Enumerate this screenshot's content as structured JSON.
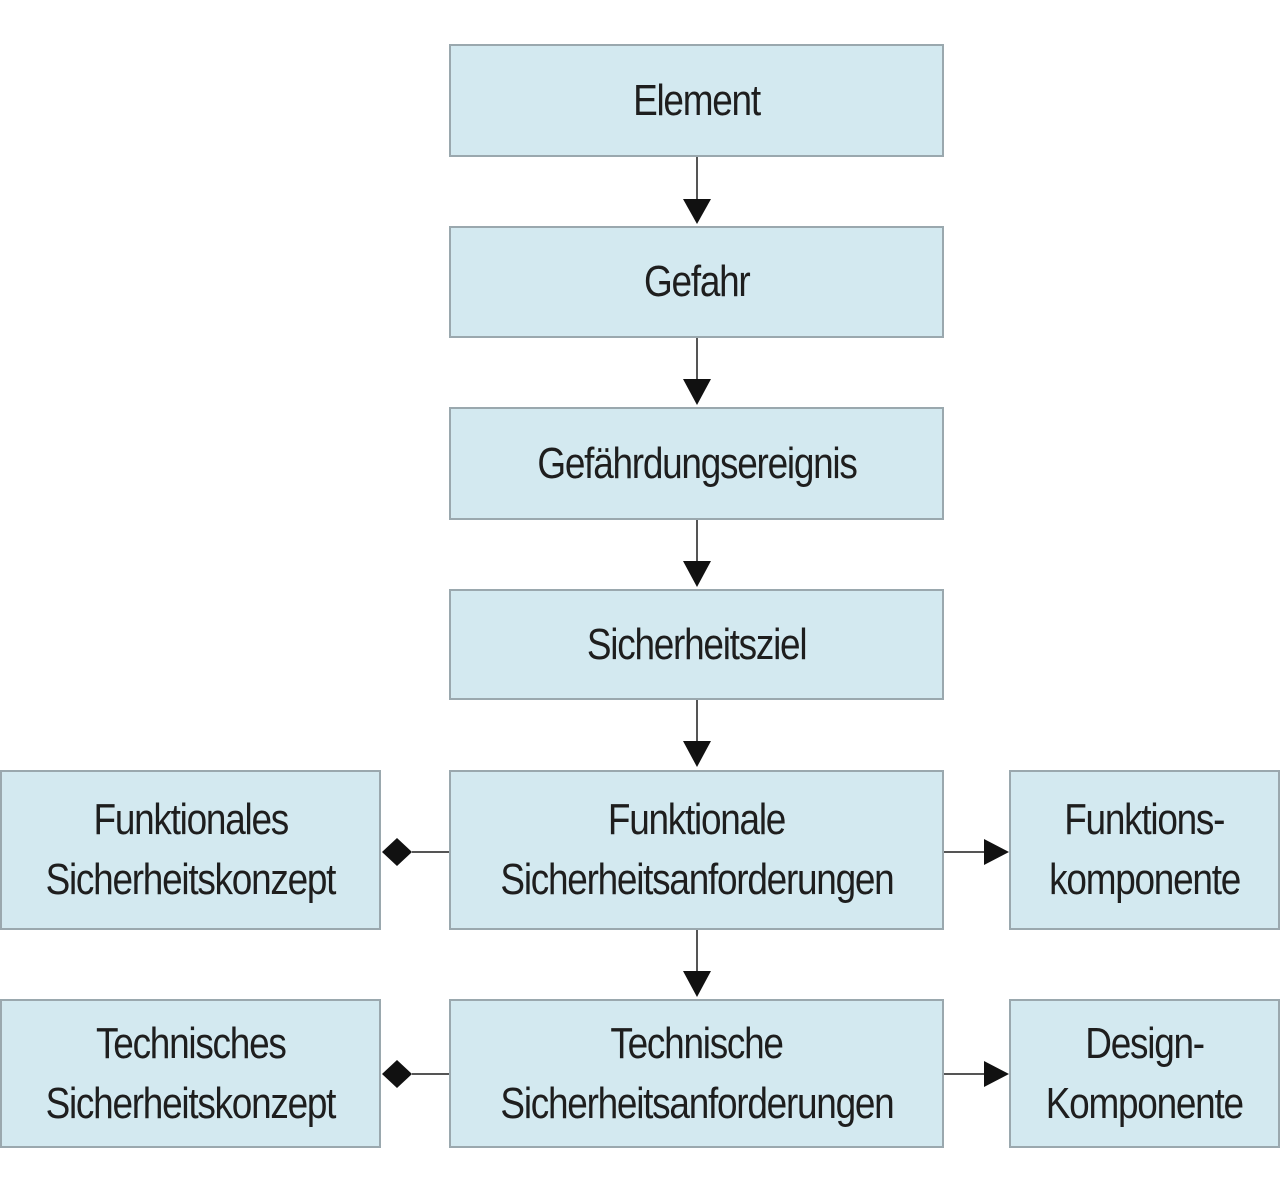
{
  "nodes": {
    "element": {
      "lines": [
        "Element"
      ]
    },
    "gefahr": {
      "lines": [
        "Gefahr"
      ]
    },
    "gefaehrdungsereignis": {
      "lines": [
        "Gefährdungsereignis"
      ]
    },
    "sicherheitsziel": {
      "lines": [
        "Sicherheitsziel"
      ]
    },
    "funktionale_sicherheitsanforderungen": {
      "lines": [
        "Funktionale",
        "Sicherheitsanforderungen"
      ]
    },
    "funktionales_sicherheitskonzept": {
      "lines": [
        "Funktionales",
        "Sicherheitskonzept"
      ]
    },
    "funktionskomponente": {
      "lines": [
        "Funktions-",
        "komponente"
      ]
    },
    "technische_sicherheitsanforderungen": {
      "lines": [
        "Technische",
        "Sicherheitsanforderungen"
      ]
    },
    "technisches_sicherheitskonzept": {
      "lines": [
        "Technisches",
        "Sicherheitskonzept"
      ]
    },
    "design_komponente": {
      "lines": [
        "Design-",
        "Komponente"
      ]
    }
  },
  "edges": [
    {
      "from": "element",
      "to": "gefahr",
      "type": "arrow"
    },
    {
      "from": "gefahr",
      "to": "gefaehrdungsereignis",
      "type": "arrow"
    },
    {
      "from": "gefaehrdungsereignis",
      "to": "sicherheitsziel",
      "type": "arrow"
    },
    {
      "from": "sicherheitsziel",
      "to": "funktionale_sicherheitsanforderungen",
      "type": "arrow"
    },
    {
      "from": "funktionale_sicherheitsanforderungen",
      "to": "technische_sicherheitsanforderungen",
      "type": "arrow"
    },
    {
      "from": "funktionale_sicherheitsanforderungen",
      "to": "funktionskomponente",
      "type": "arrow"
    },
    {
      "from": "technische_sicherheitsanforderungen",
      "to": "design_komponente",
      "type": "arrow"
    },
    {
      "from": "funktionales_sicherheitskonzept",
      "to": "funktionale_sicherheitsanforderungen",
      "type": "aggregation"
    },
    {
      "from": "technisches_sicherheitskonzept",
      "to": "technische_sicherheitsanforderungen",
      "type": "aggregation"
    }
  ],
  "colors": {
    "box_fill": "#d3e9f0",
    "box_border": "#9aa8ae",
    "text": "#1e1e1e",
    "connector": "#111111"
  }
}
